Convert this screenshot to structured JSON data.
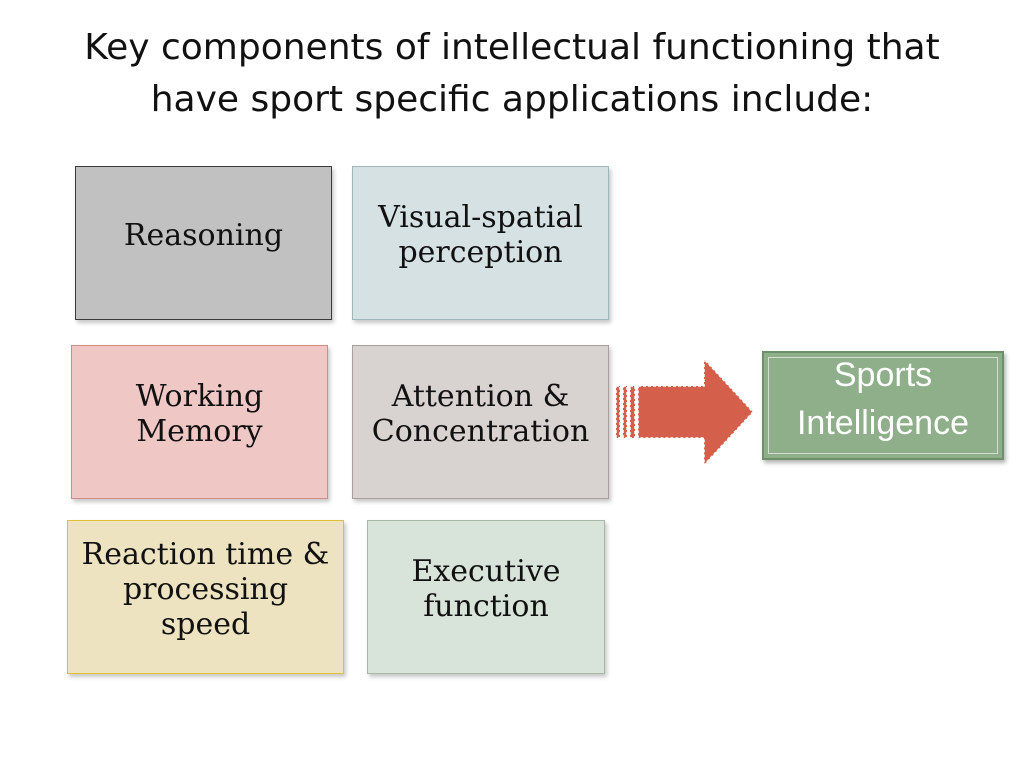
{
  "title": "Key components of intellectual functioning that have sport specific applications include:",
  "components": [
    {
      "label": "Reasoning",
      "fill": "#c1c1c1",
      "border": "#3a3a3a"
    },
    {
      "label": "Visual-spatial perception",
      "fill": "#d5e1e3",
      "border": "#9fb6ba"
    },
    {
      "label": "Working Memory",
      "fill": "#efc8c6",
      "border": "#d48a86"
    },
    {
      "label": "Attention & Concentration",
      "fill": "#d8d2d0",
      "border": "#a9a09e"
    },
    {
      "label": "Reaction time & processing speed",
      "fill": "#ede3c0",
      "border": "#e2c033"
    },
    {
      "label": "Executive function",
      "fill": "#d8e3d9",
      "border": "#a6b9a8"
    }
  ],
  "result": {
    "label": "Sports Intelligence",
    "fill": "#8faf8a",
    "border": "#6d8f69"
  },
  "arrow": {
    "fill": "#d4604b",
    "outline": "#ffffff"
  }
}
